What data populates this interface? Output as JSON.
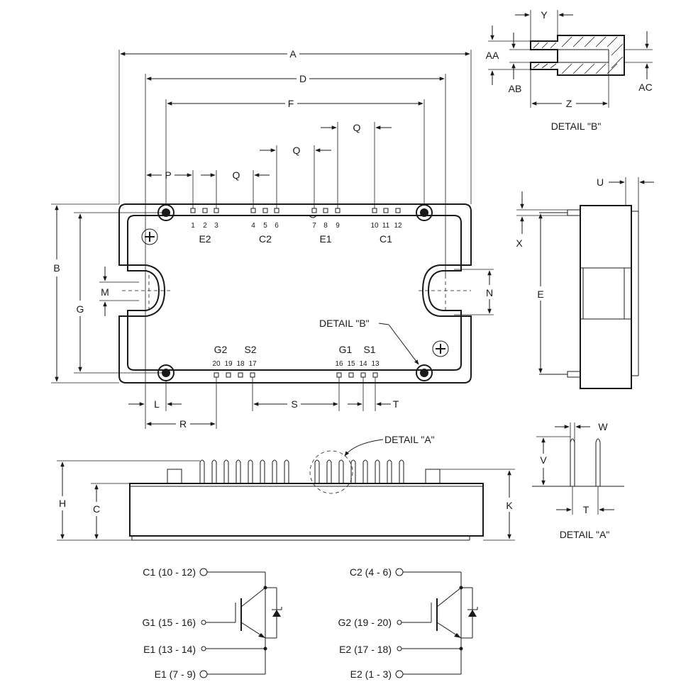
{
  "dims": {
    "A": "A",
    "D": "D",
    "F": "F",
    "Q": "Q",
    "P": "P",
    "B": "B",
    "G": "G",
    "M": "M",
    "N": "N",
    "L": "L",
    "R": "R",
    "S": "S",
    "T": "T",
    "E": "E",
    "U": "U",
    "X": "X",
    "Y": "Y",
    "Z": "Z",
    "AA": "AA",
    "AB": "AB",
    "AC": "AC",
    "H": "H",
    "C": "C",
    "K": "K",
    "V": "V",
    "W": "W"
  },
  "top_pins": {
    "numbers": [
      "1",
      "2",
      "3",
      "4",
      "5",
      "6",
      "7",
      "8",
      "9",
      "10",
      "11",
      "12"
    ],
    "groups": [
      "E2",
      "C2",
      "E1",
      "C1"
    ]
  },
  "bottom_pins": {
    "numbers": [
      "20",
      "19",
      "18",
      "17",
      "16",
      "15",
      "14",
      "13"
    ],
    "groups": [
      "G2",
      "S2",
      "G1",
      "S1"
    ]
  },
  "details": {
    "detail_b_ref": "DETAIL \"B\"",
    "detail_b_title": "DETAIL \"B\"",
    "detail_a_ref": "DETAIL \"A\"",
    "detail_a_title": "DETAIL \"A\""
  },
  "schematic_left": {
    "collector": "C1 (10 - 12)",
    "gate": "G1 (15 - 16)",
    "emitter_sense": "E1 (13 - 14)",
    "emitter": "E1 (7 - 9)"
  },
  "schematic_right": {
    "collector": "C2 (4 - 6)",
    "gate": "G2 (19 - 20)",
    "emitter_sense": "E2 (17 - 18)",
    "emitter": "E2 (1 - 3)"
  }
}
